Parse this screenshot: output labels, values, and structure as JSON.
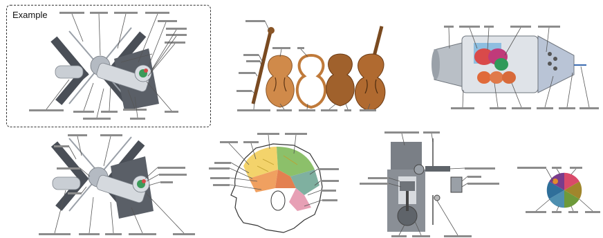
{
  "example_label": "Example",
  "colors": {
    "label_bar": "#8c8c8c",
    "leader_line": "#555555",
    "solar_panel": "#4a4f57",
    "station_body": "#c9ced4",
    "wood": "#a0612c",
    "brain_yellow": "#f3d36b",
    "brain_green": "#8cc06a",
    "brain_orange": "#f0a060",
    "brain_pink": "#e7a0b5",
    "wheel": [
      "#d94a6a",
      "#e28b2c",
      "#6e9a3a",
      "#4e8fb0",
      "#2f6f9a",
      "#7a3c8c"
    ]
  },
  "panels": [
    {
      "name": "space-station-example",
      "is_example": true
    },
    {
      "name": "violin-assembly"
    },
    {
      "name": "spacecraft-module"
    },
    {
      "name": "space-station-test"
    },
    {
      "name": "phrenology-head"
    },
    {
      "name": "engine-cylinder"
    },
    {
      "name": "color-wheel"
    }
  ]
}
